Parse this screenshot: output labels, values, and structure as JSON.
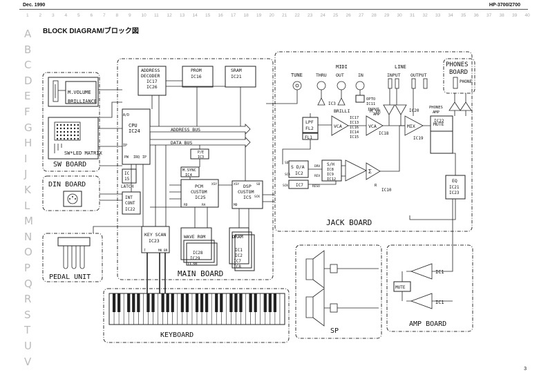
{
  "header": {
    "date": "Dec. 1990",
    "model": "HP-3700/2700"
  },
  "title": "BLOCK DIAGRAM/ブロック図",
  "page_number": "3",
  "column_numbers": [
    "1",
    "2",
    "3",
    "4",
    "5",
    "6",
    "7",
    "8",
    "9",
    "10",
    "11",
    "12",
    "13",
    "14",
    "15",
    "16",
    "17",
    "18",
    "19",
    "20",
    "21",
    "22",
    "23",
    "24",
    "25",
    "26",
    "27",
    "28",
    "29",
    "30",
    "31",
    "32",
    "33",
    "34",
    "35",
    "36",
    "37",
    "38",
    "39",
    "40"
  ],
  "row_letters": [
    "A",
    "B",
    "C",
    "D",
    "E",
    "F",
    "G",
    "H",
    "I",
    "J",
    "K",
    "L",
    "M",
    "N",
    "O",
    "P",
    "Q",
    "R",
    "S",
    "T",
    "U",
    "V"
  ],
  "boards": {
    "sw": "SW BOARD",
    "din": "DIN BOARD",
    "pedal": "PEDAL UNIT",
    "main": "MAIN BOARD",
    "jack": "JACK BOARD",
    "phones": "PHONES BOARD",
    "sp": "SP",
    "amp": "AMP BOARD",
    "keyboard": "KEYBOARD"
  },
  "blocks": {
    "mvol_1": "M.VOLUME",
    "mvol_2": "BRILLIANCE",
    "led": "SW*LED MATRIX",
    "addr_1": "ADDRESS",
    "addr_2": "DECODER",
    "addr_3": "IC17",
    "addr_4": "IC26",
    "prom_1": "PROM",
    "prom_2": "IC16",
    "sram_1": "SRAM",
    "sram_2": "IC21",
    "cpu_1": "CPU",
    "cpu_2": "IC24",
    "addr_bus": "ADDRESS BUS",
    "data_bus": "DATA BUS",
    "pfe": "P/E",
    "pfe_ic": "IC3",
    "msync_1": "M.SYNC",
    "msync_2": "IC4",
    "pcm_1": "PCM",
    "pcm_2": "CUSTOM",
    "pcm_3": "IC25",
    "dsp_1": "DSP",
    "dsp_2": "CUSTOM",
    "dsp_3": "IC5",
    "latch_1": "IC",
    "latch_2": "15",
    "latch_3": "LATCH",
    "int_1": "INT",
    "int_2": "CONT",
    "int_3": "IC22",
    "keyscan_1": "KEY SCAN",
    "keyscan_2": "IC23",
    "wrom": "WAVE ROM",
    "wrom_ic1": "IC28",
    "wrom_ic2": "IC29",
    "wrom_ic3": "IC30",
    "dram": "DRAM",
    "dram_ic1": "IC1",
    "dram_ic2": "IC2",
    "dram_ic3": "IC7",
    "dram_ic4": "IC8",
    "da_1": "S D/A",
    "da_2": "IC2",
    "ic7": "IC7",
    "sh_1": "S/H",
    "sh_2": "IC8",
    "sh_3": "IC9",
    "sh_4": "IC12",
    "ic10": "IC10",
    "tune": "TUNE",
    "midi": "MIDI",
    "thru": "THRU",
    "out": "OUT",
    "in": "IN",
    "ic3j": "IC3",
    "opto_1": "OPTO",
    "opto_2": "IC11",
    "line": "LINE",
    "line_in": "INPUT",
    "line_out": "OUTPUT",
    "inamp_1": "INPUT",
    "inamp_2": "AMP",
    "ic20": "IC20",
    "lpf_1": "LPF",
    "lpf_2": "FL2",
    "fl1": "FL1",
    "brilli": "BRILLI",
    "vca1": "VCA",
    "ic17j": "IC17",
    "ic13": "IC13",
    "ic16": "IC16",
    "ic14": "IC14",
    "ic15": "IC15",
    "mvr": "M.VR",
    "vca2": "VCA",
    "ic18": "IC18",
    "mix": "MIX",
    "ic19": "IC19",
    "mute": "MUTE",
    "eq_1": "EQ",
    "eq_2": "IC21",
    "eq_3": "IC23",
    "phones_1": "PHONES",
    "phones_2": "BOARD",
    "phone": "PHONE",
    "ph_amp_1": "PHONES",
    "ph_amp_2": "AMP",
    "ic22j": "IC22",
    "amp_ic1a": "IC1",
    "amp_ic1b": "IC1",
    "amp_mute": "MUTE"
  },
  "pins": {
    "ad": "A/D",
    "ip": "IP",
    "pw": "PW",
    "irq": "IRQ",
    "ip2": "IP",
    "rd": "RD",
    "ra": "RA",
    "md": "MD",
    "xsy": "XSY",
    "sd": "SD",
    "sck": "SCK",
    "resd": "RESO",
    "drv": "DRV",
    "rev": "REV",
    "r": "R",
    "t": "T",
    "mk": "MK",
    "br": "BR"
  }
}
